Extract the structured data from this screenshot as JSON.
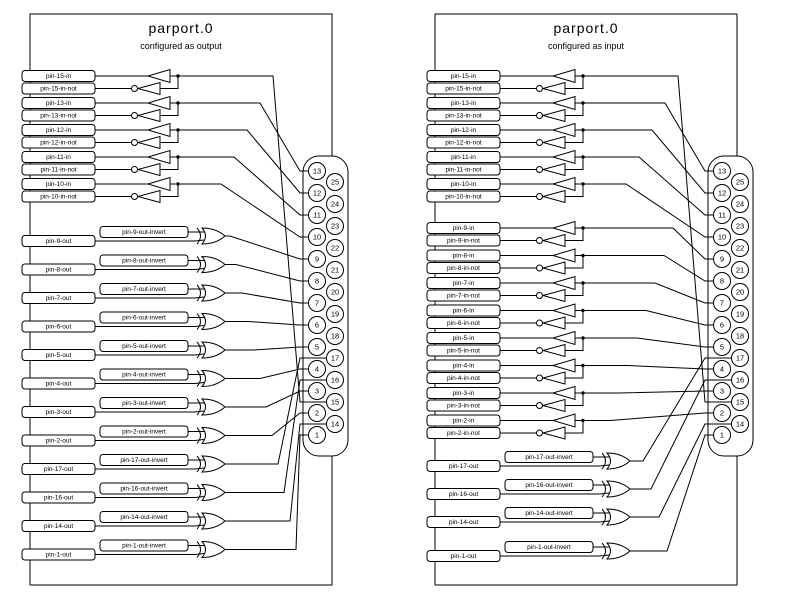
{
  "panels": [
    {
      "title": "parport.0",
      "subtitle": "configured as output",
      "in_pairs": [
        {
          "in": "pin-15-in",
          "not": "pin-15-in-not",
          "connector_pin": 15
        },
        {
          "in": "pin-13-in",
          "not": "pin-13-in-not",
          "connector_pin": 13
        },
        {
          "in": "pin-12-in",
          "not": "pin-12-in-not",
          "connector_pin": 12
        },
        {
          "in": "pin-11-in",
          "not": "pin-11-in-not",
          "connector_pin": 11
        },
        {
          "in": "pin-10-in",
          "not": "pin-10-in-not",
          "connector_pin": 10
        }
      ],
      "mid_in_pairs": [],
      "out_rows": [
        {
          "out": "pin-9-out",
          "invert": "pin-9-out-invert",
          "connector_pin": 9
        },
        {
          "out": "pin-8-out",
          "invert": "pin-8-out-invert",
          "connector_pin": 8
        },
        {
          "out": "pin-7-out",
          "invert": "pin-7-out-invert",
          "connector_pin": 7
        },
        {
          "out": "pin-6-out",
          "invert": "pin-6-out-invert",
          "connector_pin": 6
        },
        {
          "out": "pin-5-out",
          "invert": "pin-5-out-invert",
          "connector_pin": 5
        },
        {
          "out": "pin-4-out",
          "invert": "pin-4-out-invert",
          "connector_pin": 4
        },
        {
          "out": "pin-3-out",
          "invert": "pin-3-out-invert",
          "connector_pin": 3
        },
        {
          "out": "pin-2-out",
          "invert": "pin-2-out-invert",
          "connector_pin": 2
        },
        {
          "out": "pin-17-out",
          "invert": "pin-17-out-invert",
          "connector_pin": 17
        },
        {
          "out": "pin-16-out",
          "invert": "pin-16-out-invert",
          "connector_pin": 16
        },
        {
          "out": "pin-14-out",
          "invert": "pin-14-out-invert",
          "connector_pin": 14
        },
        {
          "out": "pin-1-out",
          "invert": "pin-1-out-invert",
          "connector_pin": 1
        }
      ]
    },
    {
      "title": "parport.0",
      "subtitle": "configured as input",
      "in_pairs": [
        {
          "in": "pin-15-in",
          "not": "pin-15-in-not",
          "connector_pin": 15
        },
        {
          "in": "pin-13-in",
          "not": "pin-13-in-not",
          "connector_pin": 13
        },
        {
          "in": "pin-12-in",
          "not": "pin-12-in-not",
          "connector_pin": 12
        },
        {
          "in": "pin-11-in",
          "not": "pin-11-in-not",
          "connector_pin": 11
        },
        {
          "in": "pin-10-in",
          "not": "pin-10-in-not",
          "connector_pin": 10
        }
      ],
      "mid_in_pairs": [
        {
          "in": "pin-9-in",
          "not": "pin-9-in-not",
          "connector_pin": 9
        },
        {
          "in": "pin-8-in",
          "not": "pin-8-in-not",
          "connector_pin": 8
        },
        {
          "in": "pin-7-in",
          "not": "pin-7-in-not",
          "connector_pin": 7
        },
        {
          "in": "pin-6-in",
          "not": "pin-6-in-not",
          "connector_pin": 6
        },
        {
          "in": "pin-5-in",
          "not": "pin-5-in-not",
          "connector_pin": 5
        },
        {
          "in": "pin-4-in",
          "not": "pin-4-in-not",
          "connector_pin": 4
        },
        {
          "in": "pin-3-in",
          "not": "pin-3-in-not",
          "connector_pin": 3
        },
        {
          "in": "pin-2-in",
          "not": "pin-2-in-not",
          "connector_pin": 2
        }
      ],
      "out_rows": [
        {
          "out": "pin-17-out",
          "invert": "pin-17-out-invert",
          "connector_pin": 17
        },
        {
          "out": "pin-16-out",
          "invert": "pin-16-out-invert",
          "connector_pin": 16
        },
        {
          "out": "pin-14-out",
          "invert": "pin-14-out-invert",
          "connector_pin": 14
        },
        {
          "out": "pin-1-out",
          "invert": "pin-1-out-invert",
          "connector_pin": 1
        }
      ]
    }
  ],
  "connector": {
    "left_column": [
      13,
      12,
      11,
      10,
      9,
      8,
      7,
      6,
      5,
      4,
      3,
      2,
      1
    ],
    "right_column": [
      25,
      24,
      23,
      22,
      21,
      20,
      19,
      18,
      17,
      16,
      15,
      14
    ]
  }
}
